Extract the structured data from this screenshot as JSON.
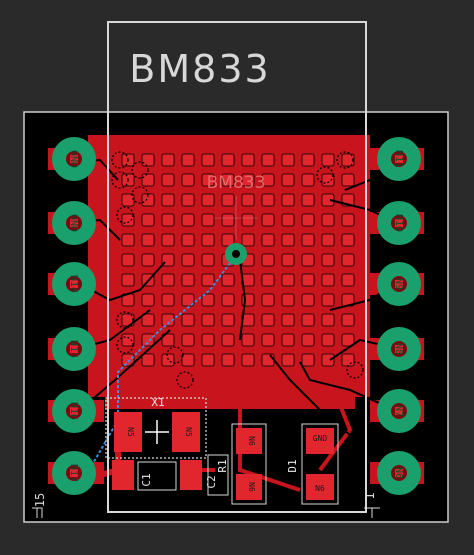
{
  "module": {
    "name_outline": "BM833",
    "name_silk": "BM833"
  },
  "left_pins": [
    {
      "net": "GND"
    },
    {
      "net": "GND"
    },
    {
      "net": "N14"
    },
    {
      "net": "N15"
    },
    {
      "net": "N16"
    },
    {
      "net": "N17"
    }
  ],
  "right_pins": [
    {
      "net": "N11"
    },
    {
      "net": "N10"
    },
    {
      "net": "N9"
    },
    {
      "net": "N8"
    },
    {
      "net": "N7"
    },
    {
      "net": "N6"
    }
  ],
  "corner_labels": {
    "left": "15",
    "right": "1"
  },
  "components": {
    "x1": "X1",
    "c1": "C1",
    "c2": "C2",
    "r1": "R1",
    "d1": "D1",
    "pad_r1_top": "N6",
    "pad_r1_bottom": "N6",
    "pad_d1_top": "GND",
    "pad_d1_bottom": "N6",
    "pad_x_left": "N5",
    "pad_x_right": "N5"
  },
  "colors": {
    "background": "#2a2a2a",
    "board": "#000000",
    "copper_top": "#c8141c",
    "copper_bright": "#e2262e",
    "pad_green": "#19a06c",
    "via_gray": "#8a8a8a",
    "silkscreen": "#d8d8d8",
    "bottom_trace": "#3a8fd8"
  }
}
